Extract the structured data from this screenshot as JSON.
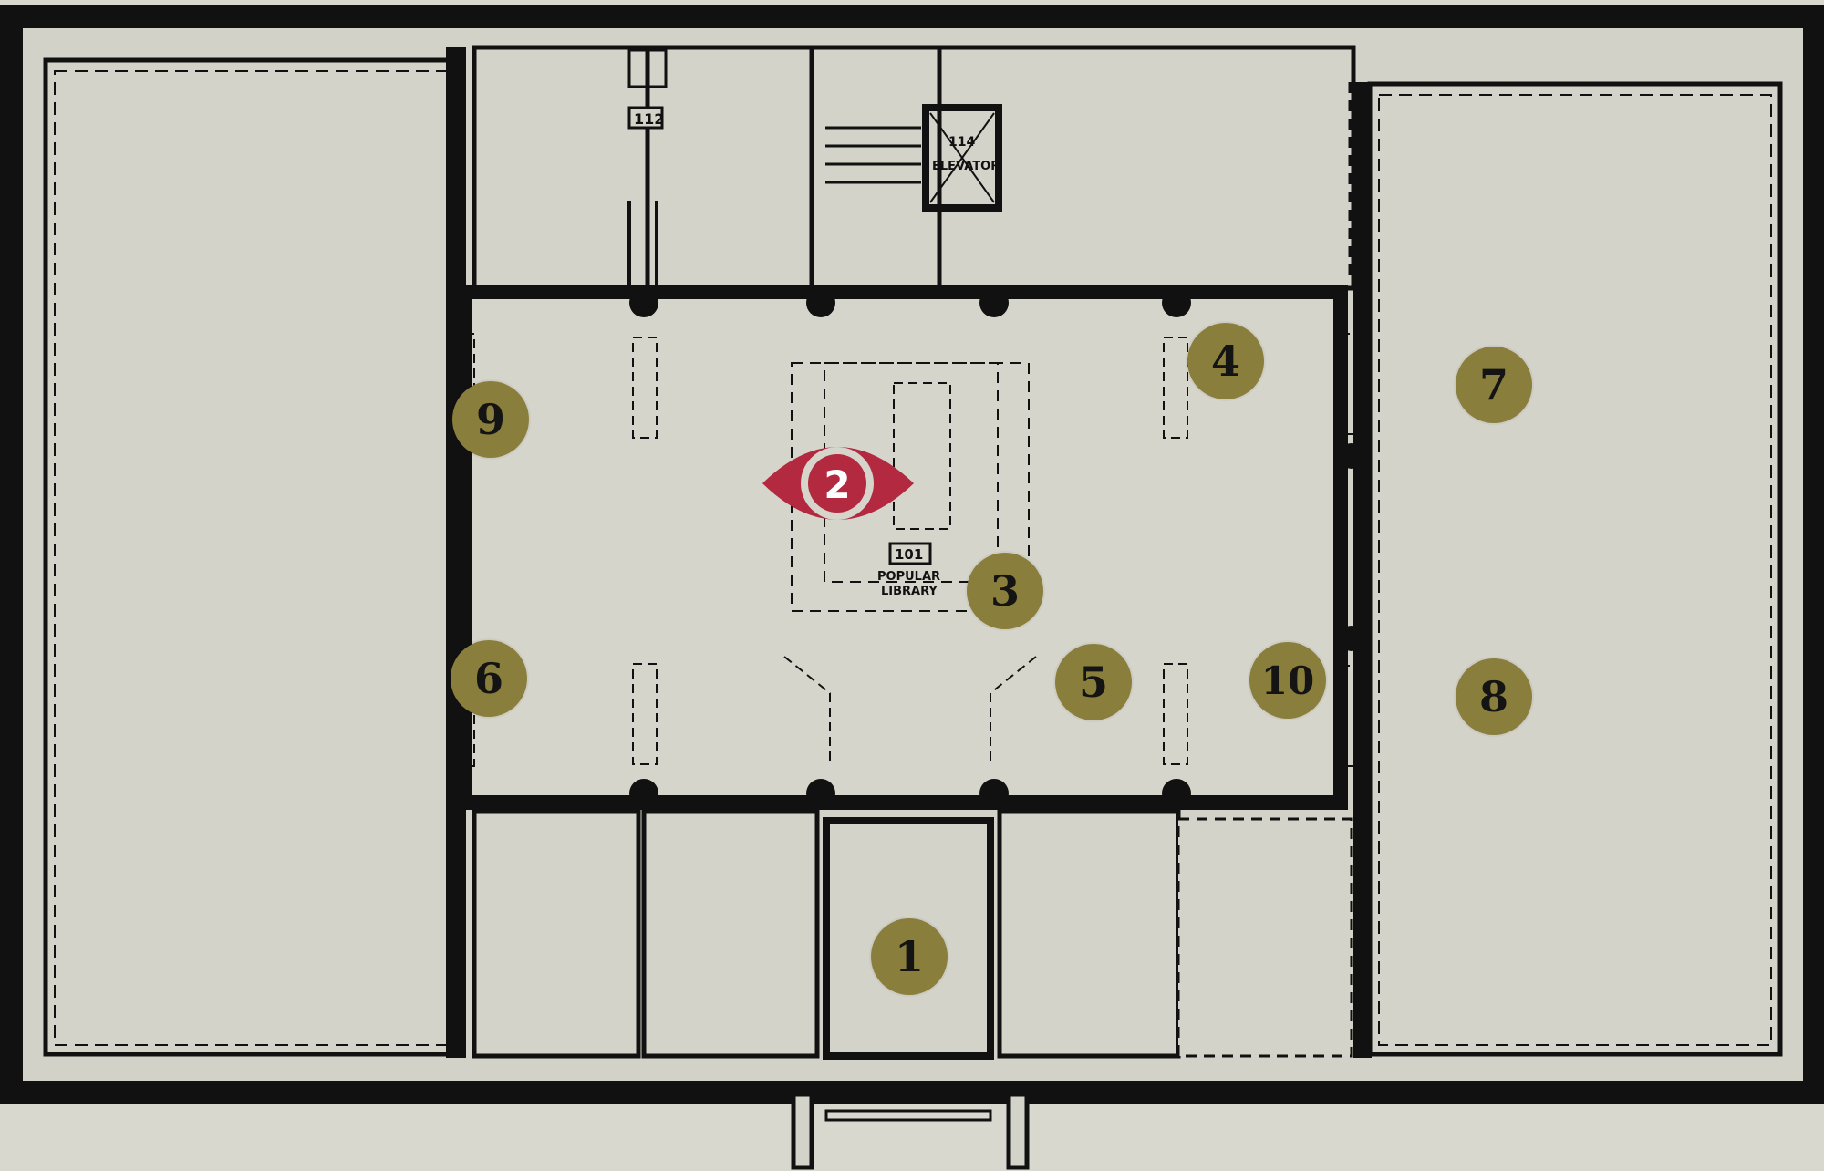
{
  "map": {
    "colors": {
      "background": "#d9d8cf",
      "floor": "#d3d2c8",
      "wall": "#111111",
      "marker": "#8a7e3c",
      "current_location": "#b3293f"
    },
    "room_labels": {
      "restroom": "112",
      "elevator_number": "114",
      "elevator": "ELEVATOR",
      "popular_library_number": "101",
      "popular_library_line1": "POPULAR",
      "popular_library_line2": "LIBRARY"
    },
    "current_location": {
      "icon": "location-eye-icon",
      "label": "2"
    },
    "markers": [
      {
        "id": "1",
        "label": "1"
      },
      {
        "id": "3",
        "label": "3"
      },
      {
        "id": "4",
        "label": "4"
      },
      {
        "id": "5",
        "label": "5"
      },
      {
        "id": "6",
        "label": "6"
      },
      {
        "id": "7",
        "label": "7"
      },
      {
        "id": "8",
        "label": "8"
      },
      {
        "id": "9",
        "label": "9"
      },
      {
        "id": "10",
        "label": "10"
      }
    ]
  }
}
